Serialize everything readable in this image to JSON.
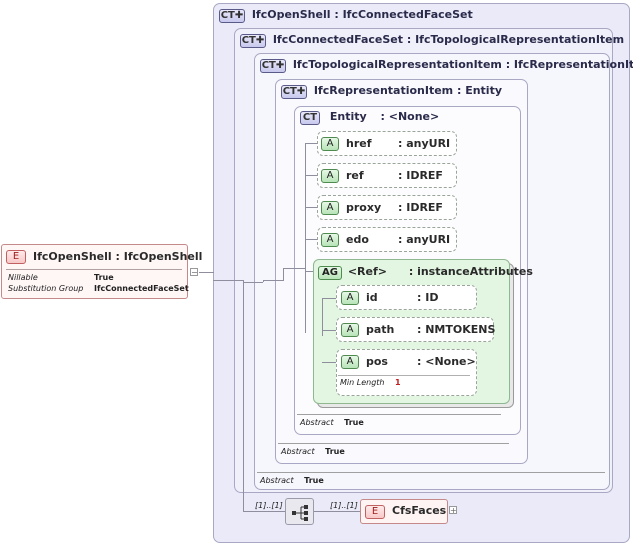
{
  "root_element": {
    "badge": "E",
    "title": "IfcOpenShell : IfcOpenShell",
    "nillable_label": "Nillable",
    "nillable_value": "True",
    "subst_label": "Substitution Group",
    "subst_value": "IfcConnectedFaceSet",
    "collapse_symbol": "−"
  },
  "complex_types": [
    {
      "badge": "CT✚",
      "title": "IfcOpenShell : IfcConnectedFaceSet"
    },
    {
      "badge": "CT✚",
      "title": "IfcConnectedFaceSet : IfcTopologicalRepresentationItem"
    },
    {
      "badge": "CT✚",
      "title": "IfcTopologicalRepresentationItem : IfcRepresentationItem"
    },
    {
      "badge": "CT✚",
      "title": "IfcRepresentationItem : Entity"
    }
  ],
  "entity_type": {
    "badge": "CT",
    "name": "Entity",
    "type": ": <None>"
  },
  "attributes": [
    {
      "badge": "A",
      "name": "href",
      "type": ": anyURI"
    },
    {
      "badge": "A",
      "name": "ref",
      "type": ": IDREF"
    },
    {
      "badge": "A",
      "name": "proxy",
      "type": ": IDREF"
    },
    {
      "badge": "A",
      "name": "edo",
      "type": ": anyURI"
    }
  ],
  "attribute_group": {
    "badge": "AG",
    "name": "<Ref>",
    "type": ": instanceAttributes",
    "attributes": [
      {
        "badge": "A",
        "name": "id",
        "type": ": ID"
      },
      {
        "badge": "A",
        "name": "path",
        "type": ": NMTOKENS"
      },
      {
        "badge": "A",
        "name": "pos",
        "type": ": <None>",
        "facet_label": "Min Length",
        "facet_value": "1"
      }
    ]
  },
  "abstract_rows": [
    {
      "label": "Abstract",
      "value": "True"
    },
    {
      "label": "Abstract",
      "value": "True"
    },
    {
      "label": "Abstract",
      "value": "True"
    }
  ],
  "sequence": {
    "occurs_left": "[1]..[1]",
    "occurs_right": "[1]..[1]",
    "child_badge": "E",
    "child_name": "CfsFaces",
    "expand_symbol": "+"
  }
}
